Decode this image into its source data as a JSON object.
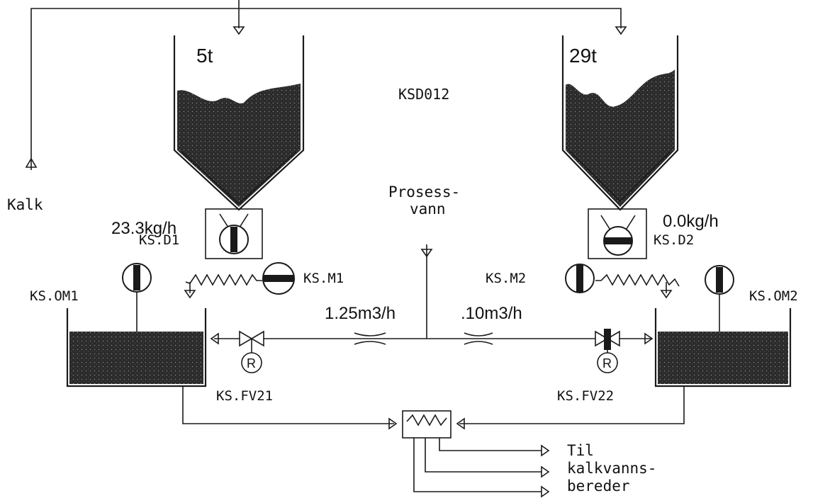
{
  "title": "KSD012",
  "silo_left": {
    "level": "5t",
    "feeder_id": "KS.D1",
    "feed_rate": "23.3kg/h",
    "motor_id": "KS.M1"
  },
  "silo_right": {
    "level": "29t",
    "feeder_id": "KS.D2",
    "feed_rate": "0.0kg/h",
    "motor_id": "KS.M2"
  },
  "kalk_label": "Kalk",
  "process_water": {
    "line1": "Prosess-",
    "line2": "vann"
  },
  "mixer_left": {
    "id": "KS.OM1"
  },
  "mixer_right": {
    "id": "KS.OM2"
  },
  "flow_left": "1.25m3/h",
  "flow_right": ".10m3/h",
  "valve_left": {
    "id": "KS.FV21",
    "actuator": "R"
  },
  "valve_right": {
    "id": "KS.FV22",
    "actuator": "R"
  },
  "destination": {
    "line1": "Til",
    "line2": "kalkvanns-",
    "line3": "bereder"
  },
  "colors": {
    "ink": "#1a1a1a",
    "fill_dark": "#2b2b2b",
    "background": "#ffffff"
  }
}
